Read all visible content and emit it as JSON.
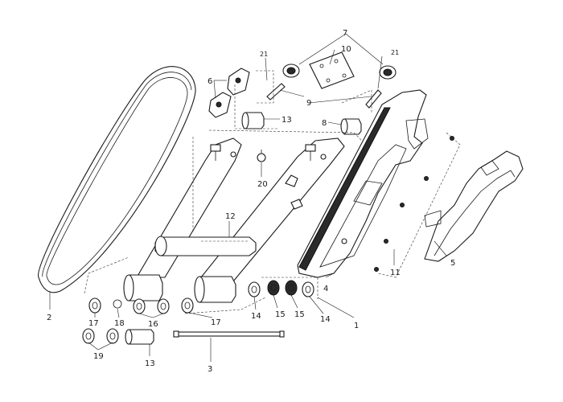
{
  "diagram": {
    "callouts": {
      "c1": "1",
      "c2": "2",
      "c3": "3",
      "c4": "4",
      "c5": "5",
      "c6": "6",
      "c7": "7",
      "c8": "8",
      "c9": "9",
      "c10": "10",
      "c11": "11",
      "c12": "12",
      "c13a": "13",
      "c13b": "13",
      "c14a": "14",
      "c14b": "14",
      "c15a": "15",
      "c15b": "15",
      "c16": "16",
      "c17a": "17",
      "c17b": "17",
      "c18": "18",
      "c19": "19",
      "c20": "20",
      "c21a": "21",
      "c21b": "21"
    }
  }
}
